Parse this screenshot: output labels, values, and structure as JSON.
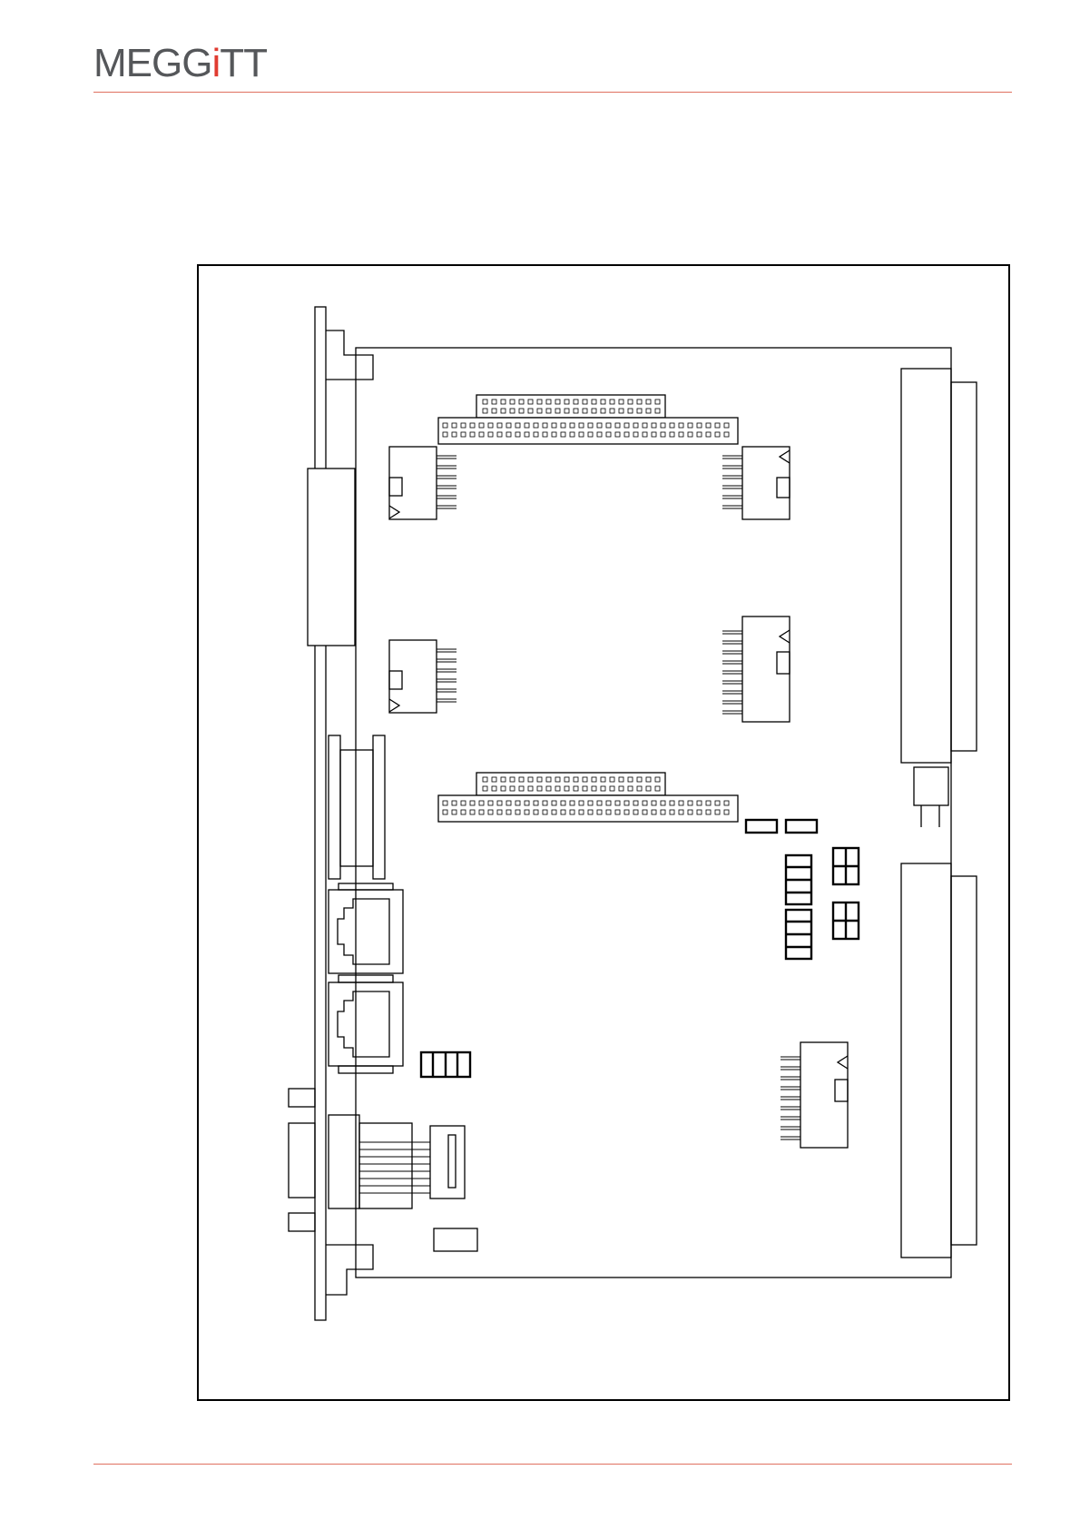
{
  "header": {
    "logo_text_1": "MEGG",
    "logo_text_2": "i",
    "logo_text_3": "TT"
  },
  "colors": {
    "rule": "#e0705f",
    "logo_gray": "#55575a",
    "logo_accent": "#e03c31",
    "line": "#000000"
  },
  "figure": {
    "icon": "circuit-board-icon"
  }
}
